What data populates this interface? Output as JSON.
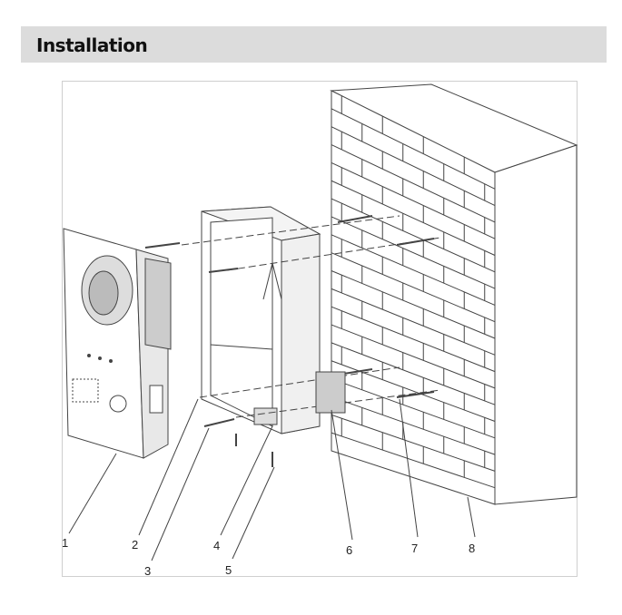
{
  "section": {
    "title": "Installation"
  },
  "figure": {
    "callouts": [
      "1",
      "2",
      "3",
      "4",
      "5",
      "6",
      "7",
      "8"
    ]
  }
}
